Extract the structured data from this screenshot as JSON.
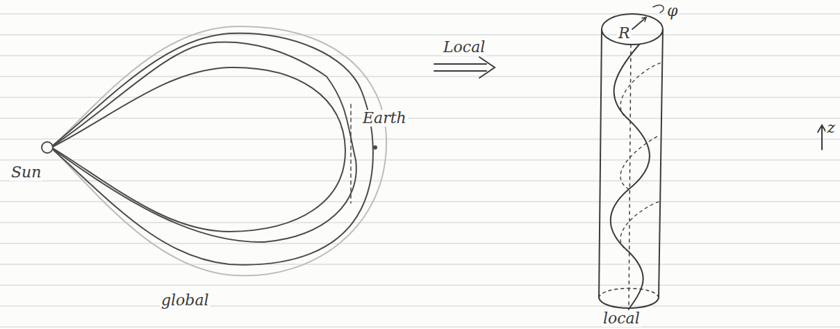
{
  "diagram": {
    "labels": [
      "Sun",
      "Earth",
      "Local",
      "global",
      "local",
      "R",
      "φ",
      "z"
    ]
  }
}
